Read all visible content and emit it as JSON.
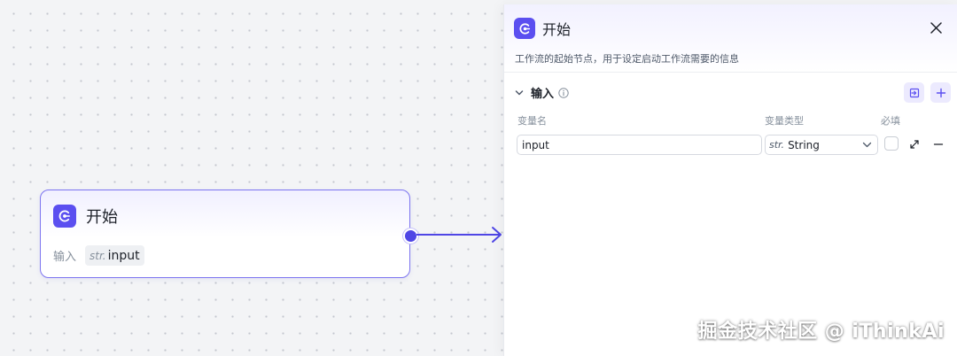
{
  "canvas": {
    "node": {
      "title": "开始",
      "input_label": "输入",
      "var_type": "str.",
      "var_name": "input"
    }
  },
  "panel": {
    "title": "开始",
    "description": "工作流的起始节点，用于设定启动工作流需要的信息",
    "section": {
      "title": "输入",
      "columns": {
        "name": "变量名",
        "type": "变量类型",
        "required": "必填"
      },
      "row": {
        "name_value": "input",
        "type_prefix": "str.",
        "type_value": "String",
        "required": false
      }
    }
  },
  "watermark": "掘金技术社区 @ iThinkAi",
  "colors": {
    "accent": "#5b4ff0",
    "edge": "#4f46e5",
    "node_border": "#7c74f0"
  },
  "icons": [
    "start-node-icon",
    "close-icon",
    "chevron-down-icon",
    "info-icon",
    "import-icon",
    "plus-icon",
    "expand-icon",
    "minus-icon"
  ]
}
